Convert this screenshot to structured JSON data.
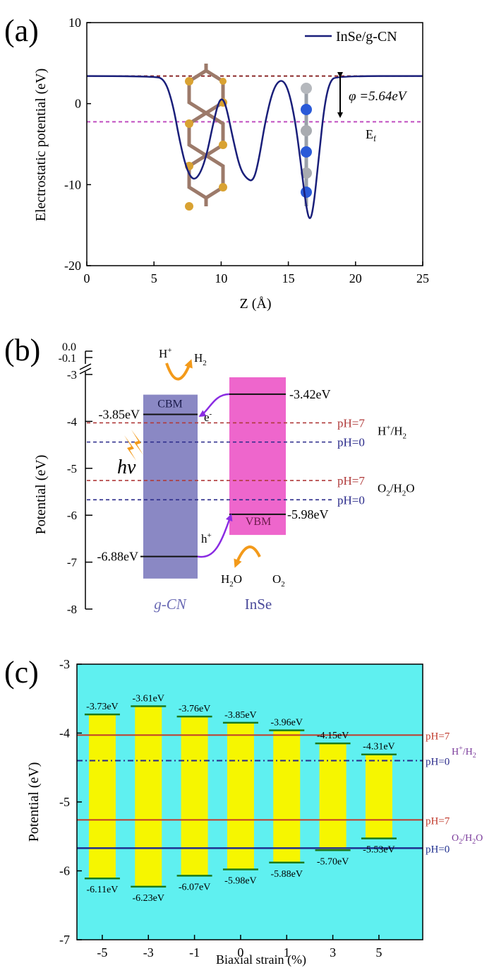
{
  "chart_data": [
    {
      "type": "line",
      "panel": "(a)",
      "xlabel": "Z (Å)",
      "ylabel": "Electrostatic potential (eV)",
      "xlim": [
        0,
        25
      ],
      "ylim": [
        -20,
        10
      ],
      "xticks": [
        0,
        5,
        10,
        15,
        20,
        25
      ],
      "yticks": [
        -20,
        -10,
        0,
        10
      ],
      "series": [
        {
          "name": "InSe/g-CN",
          "color": "#1a1f7a",
          "points": [
            [
              0,
              3.4
            ],
            [
              5.0,
              3.4
            ],
            [
              5.8,
              3.0
            ],
            [
              6.4,
              0.0
            ],
            [
              6.9,
              -4.5
            ],
            [
              7.4,
              -8.0
            ],
            [
              7.9,
              -9.5
            ],
            [
              8.4,
              -8.8
            ],
            [
              8.9,
              -6.5
            ],
            [
              9.4,
              -2.5
            ],
            [
              9.8,
              0.2
            ],
            [
              10.1,
              0.7
            ],
            [
              10.4,
              -0.5
            ],
            [
              10.9,
              -4.5
            ],
            [
              11.4,
              -8.0
            ],
            [
              11.9,
              -9.3
            ],
            [
              12.4,
              -9.6
            ],
            [
              12.8,
              -7.0
            ],
            [
              13.3,
              -2.0
            ],
            [
              13.9,
              2.0
            ],
            [
              14.5,
              3.1
            ],
            [
              15.0,
              1.8
            ],
            [
              15.5,
              -2.0
            ],
            [
              15.9,
              -7.0
            ],
            [
              16.3,
              -12.5
            ],
            [
              16.6,
              -14.7
            ],
            [
              16.9,
              -12.5
            ],
            [
              17.3,
              -6.0
            ],
            [
              17.7,
              0.0
            ],
            [
              18.1,
              2.8
            ],
            [
              18.6,
              3.4
            ],
            [
              25,
              3.4
            ]
          ]
        }
      ],
      "reference_lines": [
        {
          "y": 3.4,
          "color": "#8b2a2a"
        },
        {
          "y": -2.24,
          "color": "#c04fc0"
        }
      ],
      "annotations": {
        "work_function": "φ =5.64eV",
        "fermi_label": "E",
        "fermi_sub": "f"
      }
    },
    {
      "type": "band_alignment",
      "panel": "(b)",
      "ylabel": "Potential (eV)",
      "ylim": [
        -8,
        -3
      ],
      "yticks": [
        -8,
        -7,
        -6,
        -5,
        -4,
        -3
      ],
      "break_ticks": [
        "0.0",
        "-0.1"
      ],
      "materials": [
        {
          "name": "g-CN",
          "cbm": -3.85,
          "vbm": -6.88,
          "cbm_label": "-3.85eV",
          "vbm_label": "-6.88eV",
          "color": "#8a88c4",
          "label_color": "#6a6ab4"
        },
        {
          "name": "InSe",
          "cbm": -3.42,
          "vbm": -5.98,
          "cbm_label": "-3.42eV",
          "vbm_label": "-5.98eV",
          "color": "#ee66cc",
          "label_color": "#4a4a9a"
        }
      ],
      "redox_levels": [
        {
          "label": "pH=7",
          "value": -4.03,
          "color": "#b03a3a"
        },
        {
          "label": "pH=0",
          "value": -4.44,
          "color": "#2a2a8a"
        },
        {
          "label": "pH=7",
          "value": -5.26,
          "color": "#b03a3a"
        },
        {
          "label": "pH=0",
          "value": -5.67,
          "color": "#2a2a8a"
        }
      ],
      "couple_labels": {
        "h": "H",
        "h_sup": "+",
        "h_tail": "/H",
        "h_sub": "2",
        "o": "O",
        "o_sub": "2",
        "o_tail": "/H",
        "o_sub2": "2",
        "o_end": "O"
      },
      "text": {
        "cbm": "CBM",
        "vbm": "VBM",
        "electron": "e",
        "electron_sup": "-",
        "hole": "h",
        "hole_sup": "+",
        "hv": "hν",
        "h_plus": "H",
        "h_plus_sup": "+",
        "h2": "H",
        "h2_sub": "2",
        "h2o": "H",
        "h2o_sub": "2",
        "h2o_tail": "O",
        "o2": "O",
        "o2_sub": "2"
      }
    },
    {
      "type": "band_edges_vs_strain",
      "panel": "(c)",
      "xlabel": "Biaxial strain (%)",
      "ylabel": "Potential (eV)",
      "ylim": [
        -7,
        -3
      ],
      "yticks": [
        -7,
        -6,
        -5,
        -4,
        -3
      ],
      "categories": [
        "-5",
        "-3",
        "-1",
        "0",
        "1",
        "3",
        "5"
      ],
      "cbm": [
        -3.73,
        -3.61,
        -3.76,
        -3.85,
        -3.96,
        -4.15,
        -4.31
      ],
      "vbm": [
        -6.11,
        -6.23,
        -6.07,
        -5.98,
        -5.88,
        -5.7,
        -5.53
      ],
      "cbm_labels": [
        "-3.73eV",
        "-3.61eV",
        "-3.76eV",
        "-3.85eV",
        "-3.96eV",
        "-4.15eV",
        "-4.31eV"
      ],
      "vbm_labels": [
        "-6.11eV",
        "-6.23eV",
        "-6.07eV",
        "-5.98eV",
        "-5.88eV",
        "-5.70eV",
        "-5.53eV"
      ],
      "redox_levels": [
        {
          "label": "pH=7",
          "value": -4.03,
          "color": "#c0392b"
        },
        {
          "label": "pH=0",
          "value": -4.4,
          "color": "#2a2a8a"
        },
        {
          "label": "pH=7",
          "value": -5.26,
          "color": "#c0392b"
        },
        {
          "label": "pH=0",
          "value": -5.67,
          "color": "#1f2f8f"
        }
      ],
      "couple_labels": {
        "h": "H",
        "h_sup": "+",
        "h_tail": "/H",
        "h_sub": "2",
        "o": "O",
        "o_sub": "2",
        "o_tail": "/H",
        "o_sub2": "2",
        "o_end": "O"
      },
      "colors": {
        "background": "#5ff0f0",
        "bar": "#f6f600",
        "edge": "#1b7a1b",
        "couple": "#7a3a9a"
      }
    }
  ]
}
